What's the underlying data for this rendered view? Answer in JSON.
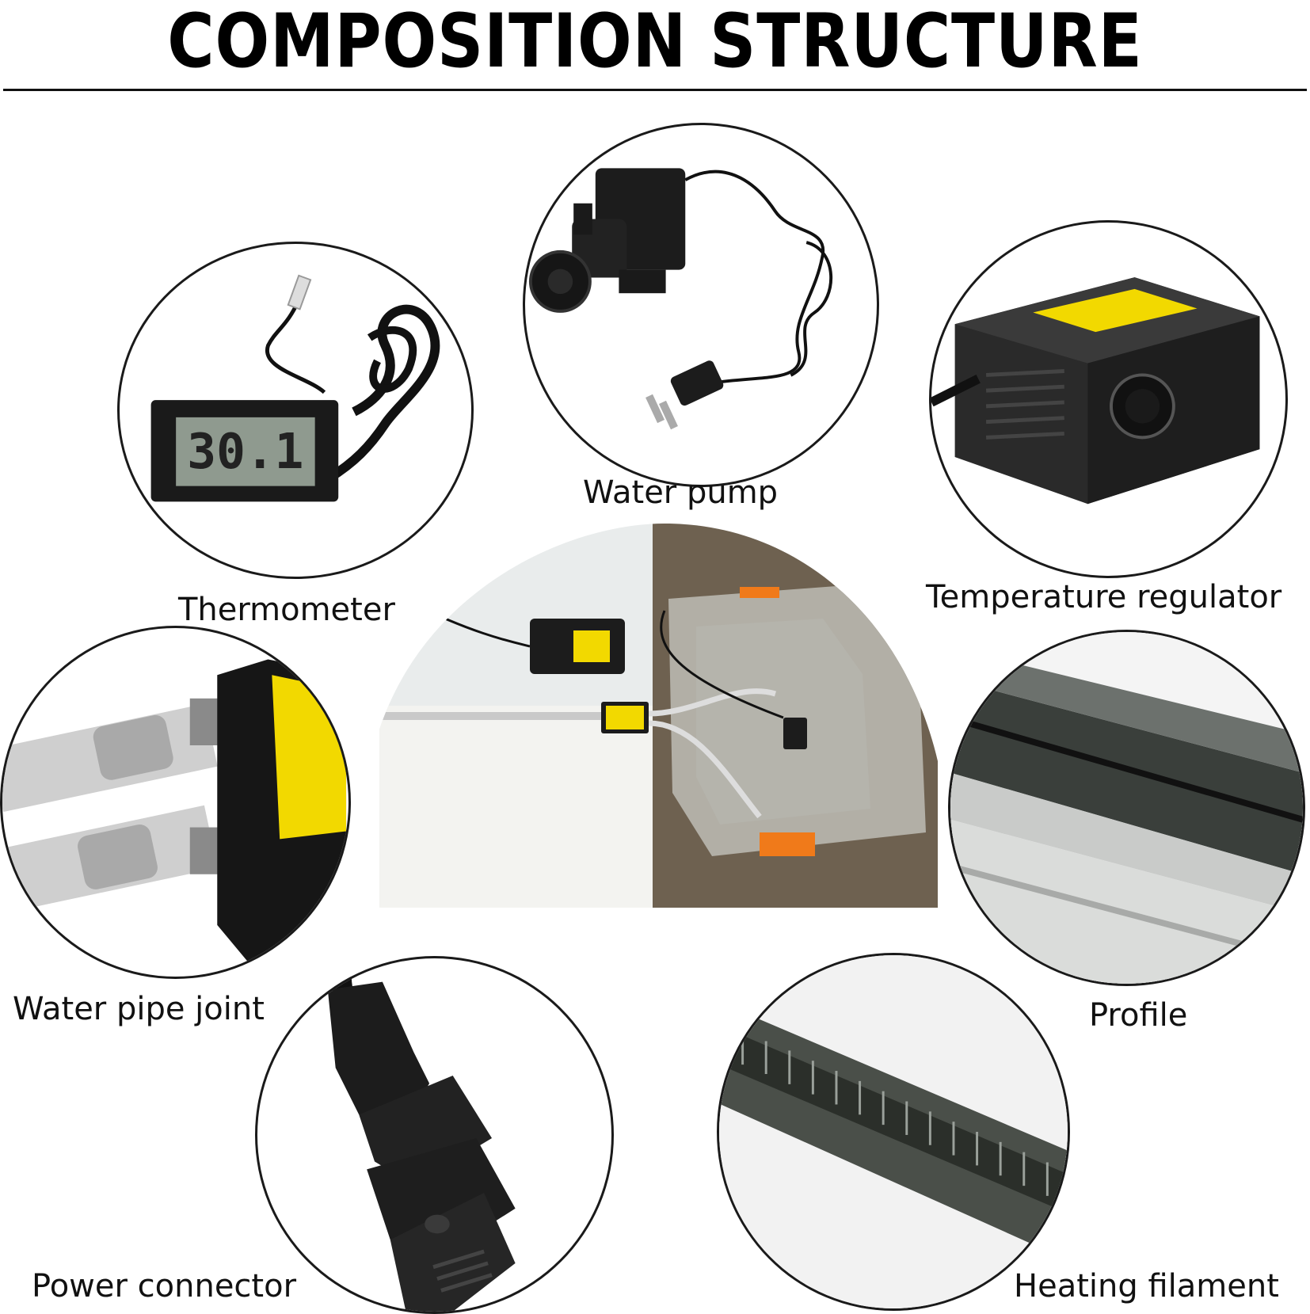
{
  "title": "COMPOSITION STRUCTURE",
  "components": {
    "water_pump": "Water pump",
    "thermometer": "Thermometer",
    "temperature_regulator": "Temperature regulator",
    "water_pipe_joint": "Water pipe joint",
    "profile": "Profile",
    "power_connector": "Power connector",
    "heating_filament": "Heating filament"
  },
  "thermometer_display": "30.1",
  "colors": {
    "accent_yellow": "#f2d900",
    "orange_clip": "#f07a1a",
    "device_black": "#1c1c1c"
  }
}
